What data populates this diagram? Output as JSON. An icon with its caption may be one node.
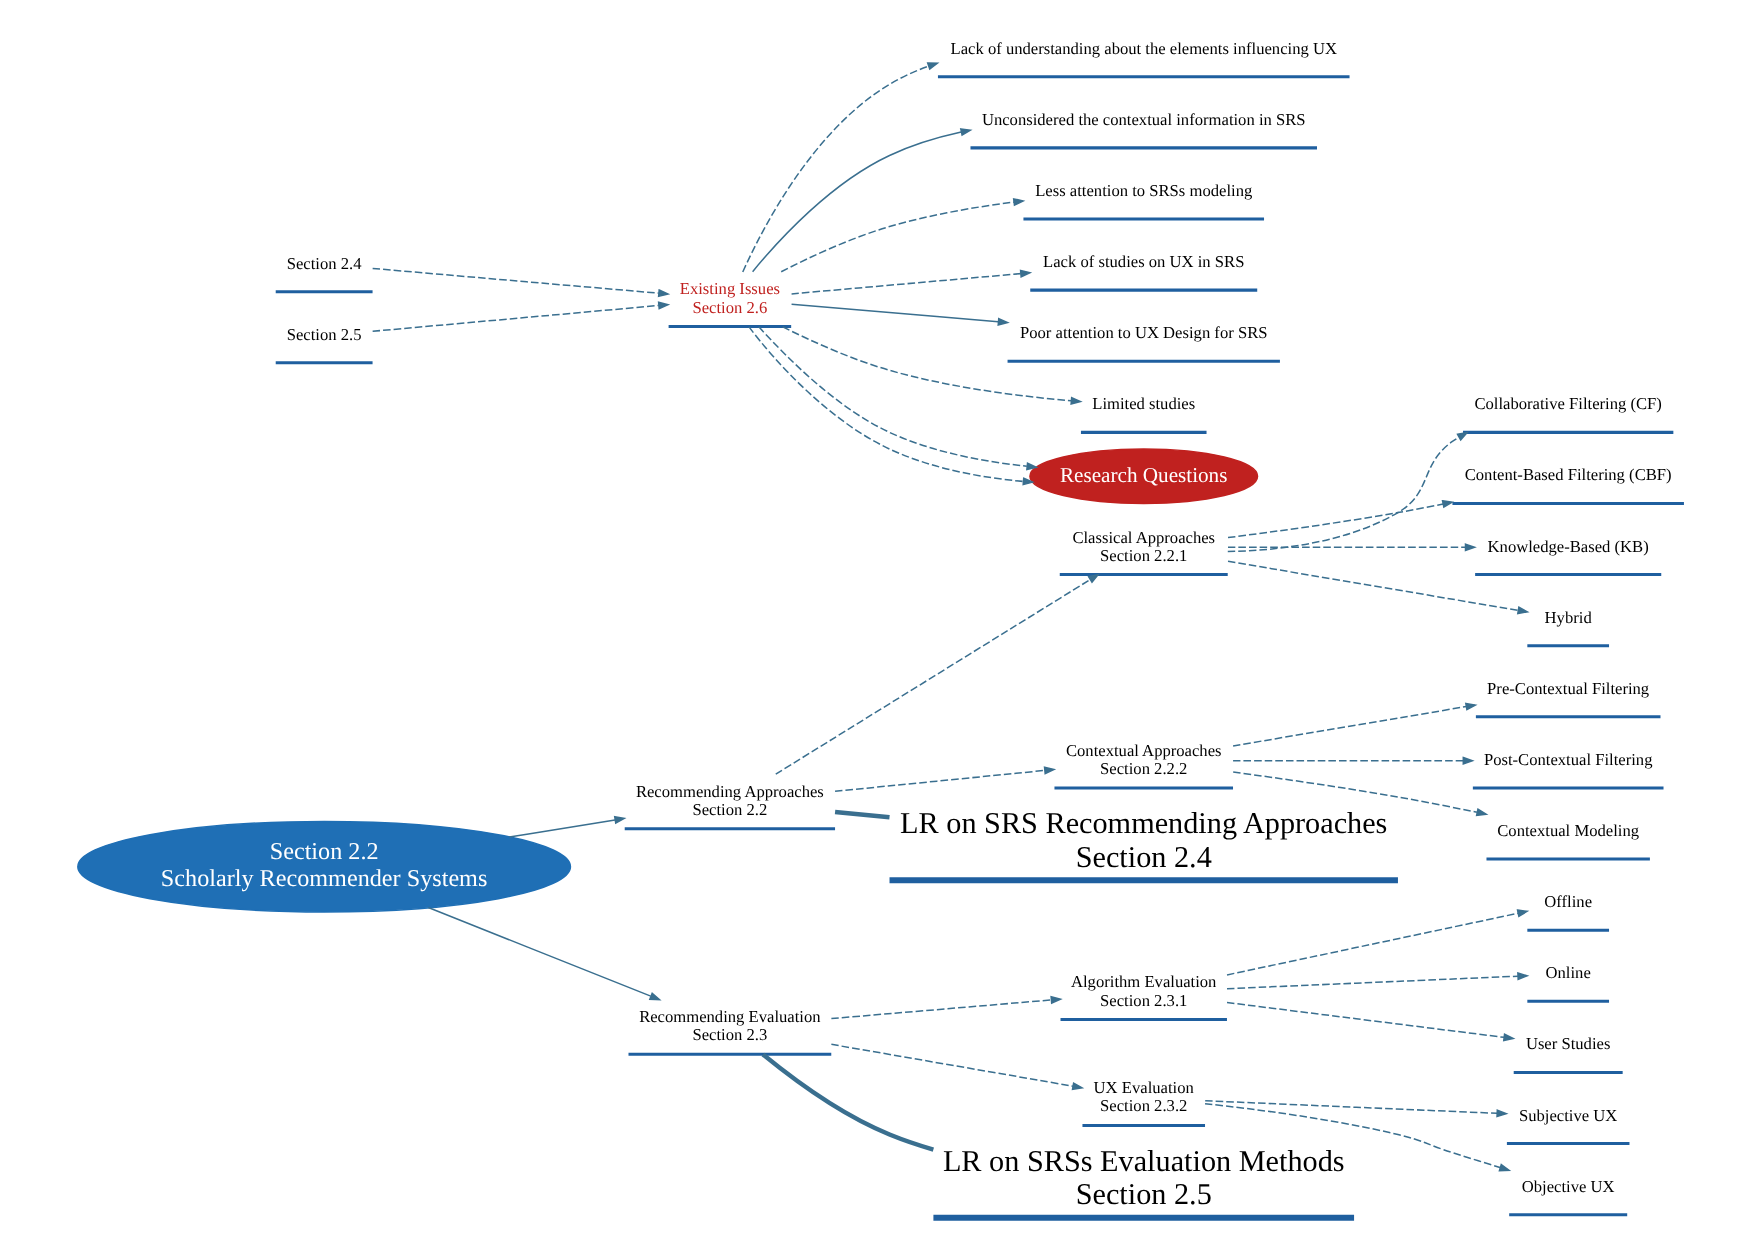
{
  "diagram": {
    "nodes": [
      {
        "text": [
          "Section 2.2",
          "Scholarly Recommender Systems"
        ]
      },
      {
        "text": [
          "Recommending Approaches",
          "Section 2.2"
        ]
      },
      {
        "text": [
          "Classical Approaches",
          "Section 2.2.1"
        ]
      },
      {
        "text": [
          "Collaborative Filtering (CF)"
        ]
      },
      {
        "text": [
          "Content-Based Filtering (CBF)"
        ]
      },
      {
        "text": [
          "Knowledge-Based (KB)"
        ]
      },
      {
        "text": [
          "Hybrid"
        ]
      },
      {
        "text": [
          "Contextual Approaches",
          "Section 2.2.2"
        ]
      },
      {
        "text": [
          "Pre-Contextual Filtering"
        ]
      },
      {
        "text": [
          "Post-Contextual Filtering"
        ]
      },
      {
        "text": [
          "Contextual Modeling"
        ]
      },
      {
        "text": [
          "Recommending Evaluation",
          "Section 2.3"
        ]
      },
      {
        "text": [
          "Algorithm Evaluation",
          "Section 2.3.1"
        ]
      },
      {
        "text": [
          "Offline"
        ]
      },
      {
        "text": [
          "Online"
        ]
      },
      {
        "text": [
          "User Studies"
        ]
      },
      {
        "text": [
          "UX Evaluation",
          "Section 2.3.2"
        ]
      },
      {
        "text": [
          "Subjective UX"
        ]
      },
      {
        "text": [
          "Objective UX"
        ]
      },
      {
        "text": [
          "LR on SRS Recommending Approaches",
          "Section 2.4"
        ]
      },
      {
        "text": [
          "LR on SRSs Evaluation Methods",
          "Section 2.5"
        ]
      },
      {
        "text": [
          "Existing Issues",
          "Section 2.6"
        ]
      },
      {
        "text": [
          "Section 2.4"
        ]
      },
      {
        "text": [
          "Section 2.5"
        ]
      },
      {
        "text": [
          "Lack of understanding about the elements influencing UX"
        ]
      },
      {
        "text": [
          "Unconsidered the contextual information in SRS"
        ]
      },
      {
        "text": [
          "Less attention to SRSs modeling"
        ]
      },
      {
        "text": [
          "Lack of studies on UX in SRS"
        ]
      },
      {
        "text": [
          "Poor attention to UX Design for SRS"
        ]
      },
      {
        "text": [
          "Limited studies"
        ]
      },
      {
        "text": [
          "Research Questions"
        ]
      }
    ],
    "edges": [
      {
        "from": 0,
        "to": 1,
        "arrow": "to"
      },
      {
        "from": 1,
        "to": 2,
        "arrow": "to",
        "style": "dashed"
      },
      {
        "from": 1,
        "to": 7,
        "arrow": "to",
        "style": "dashed"
      },
      {
        "from": 2,
        "to": 3,
        "arrow": "to",
        "style": "dashed"
      },
      {
        "from": 2,
        "to": 4,
        "arrow": "to",
        "style": "dashed"
      },
      {
        "from": 2,
        "to": 5,
        "arrow": "to",
        "style": "dashed"
      },
      {
        "from": 2,
        "to": 6,
        "arrow": "to",
        "style": "dashed"
      },
      {
        "from": 7,
        "to": 8,
        "arrow": "to",
        "style": "dashed"
      },
      {
        "from": 7,
        "to": 9,
        "arrow": "to",
        "style": "dashed"
      },
      {
        "from": 7,
        "to": 10,
        "arrow": "to",
        "style": "dashed"
      },
      {
        "from": 0,
        "to": 11,
        "arrow": "to"
      },
      {
        "from": 11,
        "to": 12,
        "arrow": "to",
        "style": "dashed"
      },
      {
        "from": 11,
        "to": 16,
        "arrow": "to",
        "style": "dashed"
      },
      {
        "from": 12,
        "to": 13,
        "arrow": "to",
        "style": "dashed"
      },
      {
        "from": 12,
        "to": 14,
        "arrow": "to",
        "style": "dashed"
      },
      {
        "from": 12,
        "to": 15,
        "arrow": "to",
        "style": "dashed"
      },
      {
        "from": 16,
        "to": 17,
        "arrow": "to",
        "style": "dashed"
      },
      {
        "from": 16,
        "to": 18,
        "arrow": "to",
        "style": "dashed"
      },
      {
        "from": 1,
        "to": 19,
        "arrow": "none",
        "style": "thick"
      },
      {
        "from": 11,
        "to": 20,
        "arrow": "none",
        "style": "thick"
      },
      {
        "from": 22,
        "to": 21,
        "arrow": "to",
        "style": "dashed"
      },
      {
        "from": 23,
        "to": 21,
        "arrow": "to",
        "style": "dashed"
      },
      {
        "from": 21,
        "to": 24,
        "arrow": "to",
        "style": "dashed"
      },
      {
        "from": 21,
        "to": 25,
        "arrow": "to"
      },
      {
        "from": 21,
        "to": 26,
        "arrow": "to",
        "style": "dashed"
      },
      {
        "from": 21,
        "to": 27,
        "arrow": "to",
        "style": "dashed"
      },
      {
        "from": 21,
        "to": 28,
        "arrow": "to"
      },
      {
        "from": 21,
        "to": 29,
        "arrow": "to",
        "style": "dashed"
      },
      {
        "from": 21,
        "to": 30,
        "arrow": "to",
        "style": "dashed"
      },
      {
        "from": 21,
        "to": 30,
        "arrow": "to",
        "style": "dashed"
      }
    ]
  }
}
